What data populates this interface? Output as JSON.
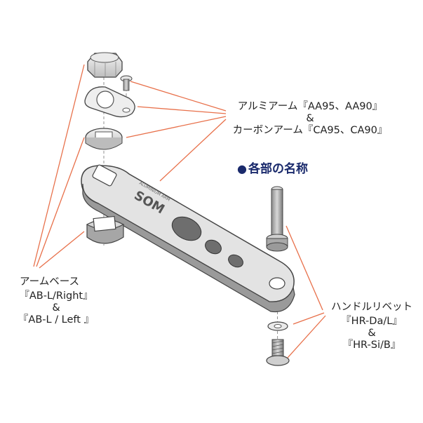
{
  "section_title": {
    "bullet": "●",
    "text": "各部の名称"
  },
  "colors": {
    "leader": "#e8704a",
    "part_fill": "#d9d9d9",
    "part_dark": "#6e6e6e",
    "outline": "#4a4a4a"
  },
  "labels": {
    "arm": {
      "line1": "アルミアーム『AA95、AA90』",
      "line2": "&",
      "line3": "カーボンアーム『CA95、CA90』"
    },
    "arm_base": {
      "line1": "アームベース",
      "line2": "『AB-L/Right』",
      "line3": "&",
      "line4": "『AB-L / Left 』"
    },
    "handle_rivet": {
      "line1": "ハンドルリベット",
      "line2": "『HR-Da/L』",
      "line3": "&",
      "line4": "『HR-Si/B』"
    }
  },
  "arm_engraving": {
    "logo": "SOM",
    "model": "ALUMINIUM ARM"
  }
}
